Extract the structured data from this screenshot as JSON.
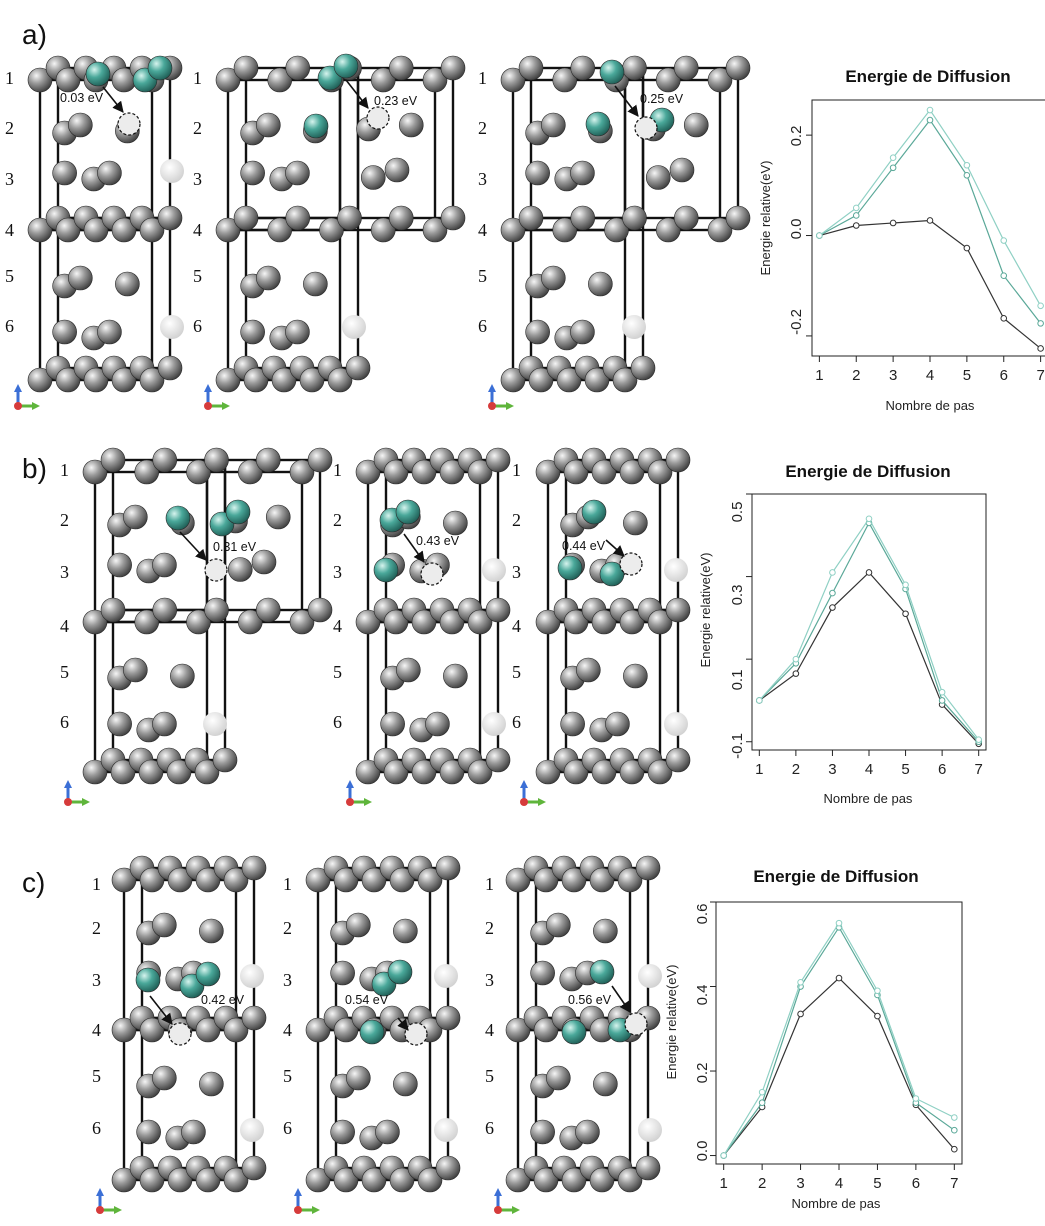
{
  "colors": {
    "series": [
      "#333333",
      "#5aa898",
      "#8fd0c4"
    ],
    "host": "#777777",
    "solute": "#4aa89a",
    "vacancy": "#e8e8e8"
  },
  "panels": [
    {
      "label": "a)",
      "layers": [
        "1",
        "2",
        "3",
        "4",
        "5",
        "6"
      ],
      "energies": [
        "0.03 eV",
        "0.23 eV",
        "0.25 eV"
      ],
      "chart": {
        "title": "Energie de Diffusion",
        "xlabel": "Nombre de pas",
        "ylabel": "Energie relative(eV)",
        "yticks": [
          "-0.2",
          "0.0",
          "0.2"
        ]
      }
    },
    {
      "label": "b)",
      "layers": [
        "1",
        "2",
        "3",
        "4",
        "5",
        "6"
      ],
      "energies": [
        "0.31 eV",
        "0.43 eV",
        "0.44 eV"
      ],
      "chart": {
        "title": "Energie de Diffusion",
        "xlabel": "Nombre de pas",
        "ylabel": "Energie relative(eV)",
        "yticks": [
          "-0.1",
          "0.1",
          "0.3",
          "0.5"
        ]
      }
    },
    {
      "label": "c)",
      "layers": [
        "1",
        "2",
        "3",
        "4",
        "5",
        "6"
      ],
      "energies": [
        "0.42 eV",
        "0.54 eV",
        "0.56 eV"
      ],
      "chart": {
        "title": "Energie de Diffusion",
        "xlabel": "Nombre de pas",
        "ylabel": "Energie relative(eV)",
        "yticks": [
          "0.0",
          "0.2",
          "0.4",
          "0.6"
        ]
      }
    }
  ],
  "chart_data": [
    {
      "type": "line",
      "title": "Energie de Diffusion",
      "xlabel": "Nombre de pas",
      "ylabel": "Energie relative(eV)",
      "x": [
        1,
        2,
        3,
        4,
        5,
        6,
        7
      ],
      "ylim": [
        -0.24,
        0.27
      ],
      "series": [
        {
          "values": [
            0.0,
            0.02,
            0.025,
            0.03,
            -0.025,
            -0.165,
            -0.225
          ]
        },
        {
          "values": [
            0.0,
            0.04,
            0.135,
            0.23,
            0.12,
            -0.08,
            -0.175
          ]
        },
        {
          "values": [
            0.0,
            0.055,
            0.155,
            0.25,
            0.14,
            -0.01,
            -0.14
          ]
        }
      ]
    },
    {
      "type": "line",
      "title": "Energie de Diffusion",
      "xlabel": "Nombre de pas",
      "ylabel": "Energie relative(eV)",
      "x": [
        1,
        2,
        3,
        4,
        5,
        6,
        7
      ],
      "ylim": [
        -0.12,
        0.5
      ],
      "series": [
        {
          "values": [
            0.0,
            0.065,
            0.225,
            0.31,
            0.21,
            -0.01,
            -0.105
          ]
        },
        {
          "values": [
            0.0,
            0.09,
            0.26,
            0.43,
            0.27,
            0.0,
            -0.1
          ]
        },
        {
          "values": [
            0.0,
            0.1,
            0.31,
            0.44,
            0.28,
            0.02,
            -0.095
          ]
        }
      ]
    },
    {
      "type": "line",
      "title": "Energie de Diffusion",
      "xlabel": "Nombre de pas",
      "ylabel": "Energie relative(eV)",
      "x": [
        1,
        2,
        3,
        4,
        5,
        6,
        7
      ],
      "ylim": [
        -0.02,
        0.6
      ],
      "series": [
        {
          "values": [
            0.0,
            0.115,
            0.335,
            0.42,
            0.33,
            0.12,
            0.015
          ]
        },
        {
          "values": [
            0.0,
            0.125,
            0.4,
            0.54,
            0.38,
            0.125,
            0.06
          ]
        },
        {
          "values": [
            0.0,
            0.15,
            0.41,
            0.55,
            0.39,
            0.135,
            0.09
          ]
        }
      ]
    }
  ]
}
